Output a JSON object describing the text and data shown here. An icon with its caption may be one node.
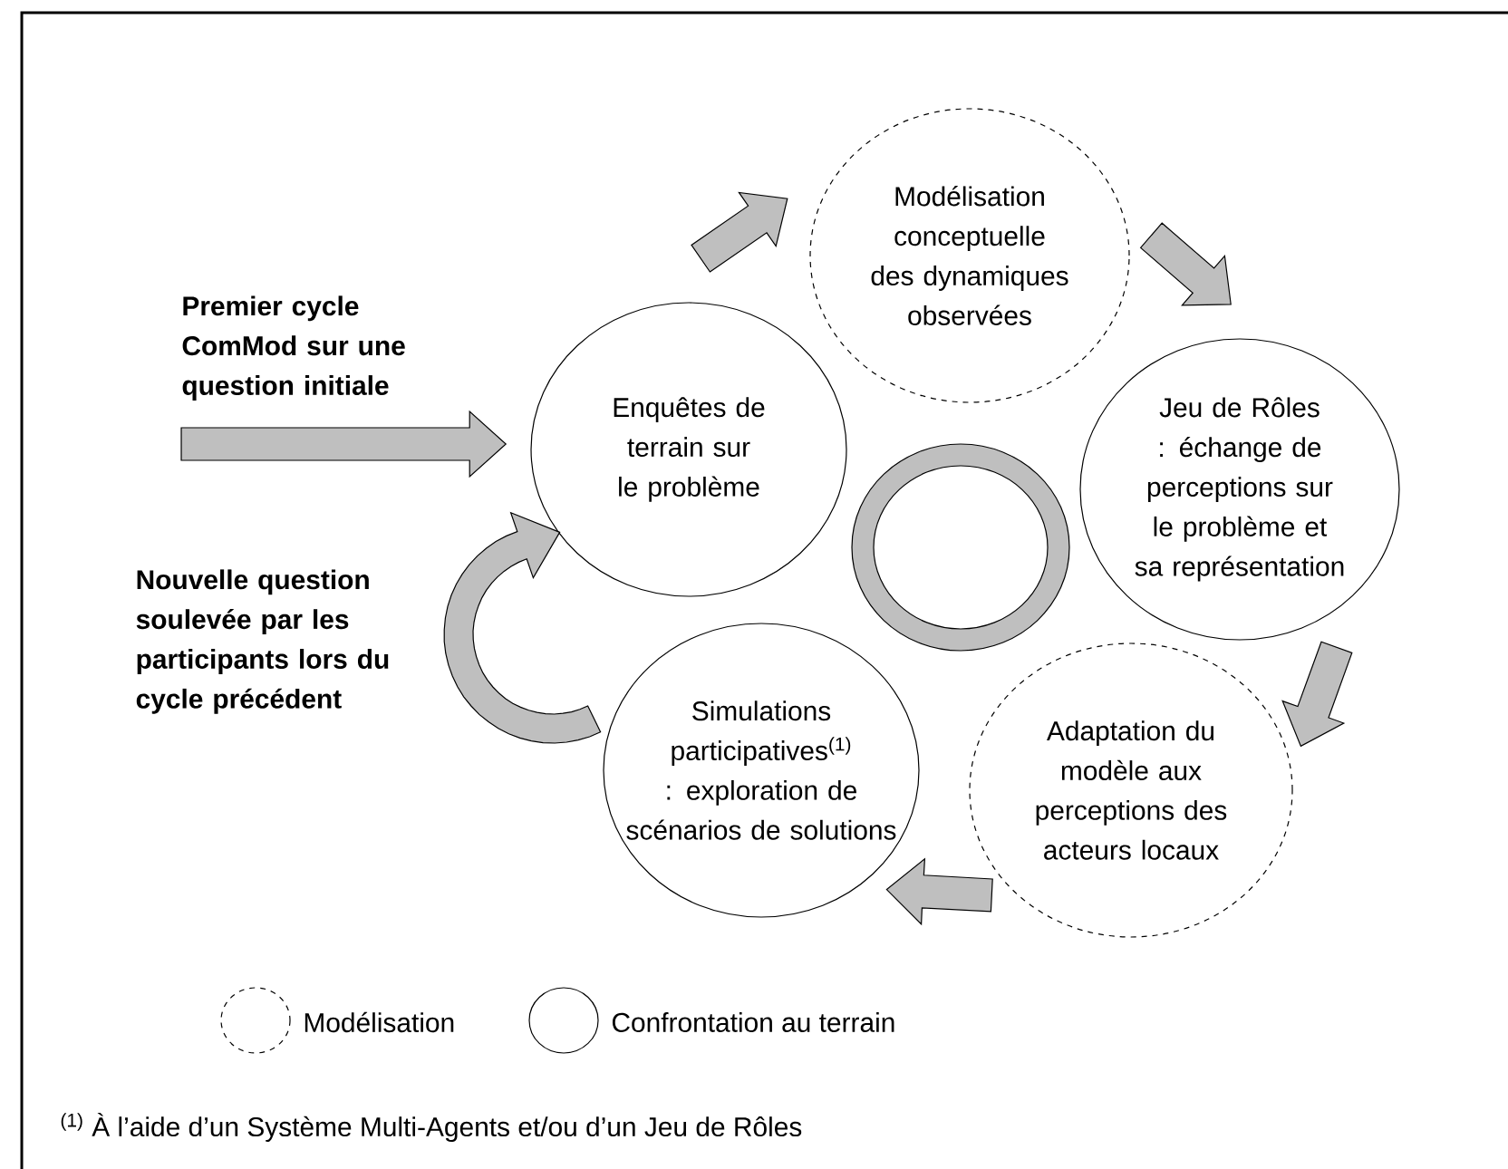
{
  "diagram": {
    "nodes": [
      {
        "text": [
          "Premier cycle ComMod sur une question initiale"
        ]
      },
      {
        "text": [
          "Enquêtes de terrain sur le problème"
        ]
      },
      {
        "text": [
          "Modélisation conceptuelle des dynamiques observées"
        ]
      },
      {
        "text": [
          "Jeu de Rôles : échange de perceptions sur le problème et sa représentation"
        ]
      },
      {
        "text": [
          "Adaptation du modèle aux perceptions des acteurs locaux"
        ]
      },
      {
        "text": [
          "Simulations participatives$^{(1)}$ : exploration de scénarios de solutions"
        ]
      }
    ],
    "edges": [
      {
        "from": 0,
        "to": 1,
        "arrow": "to"
      },
      {
        "from": 1,
        "to": 2,
        "arrow": "to"
      },
      {
        "from": 2,
        "to": 3,
        "arrow": "to"
      },
      {
        "from": 3,
        "to": 4,
        "arrow": "to"
      },
      {
        "from": 4,
        "to": 5,
        "arrow": "to"
      },
      {
        "from": 5,
        "to": 1,
        "arrow": "to",
        "label": "Nouvelle question soulevée par les participants lors du cycle précédent"
      }
    ],
    "labels": [
      "$^{(1)}$ À l’aide d’un Système Multi-Agents et/ou d’un Jeu de Rôles"
    ],
    "legend": [
      {
        "text": "Modélisation"
      },
      {
        "text": "Confrontation au terrain"
      }
    ]
  }
}
